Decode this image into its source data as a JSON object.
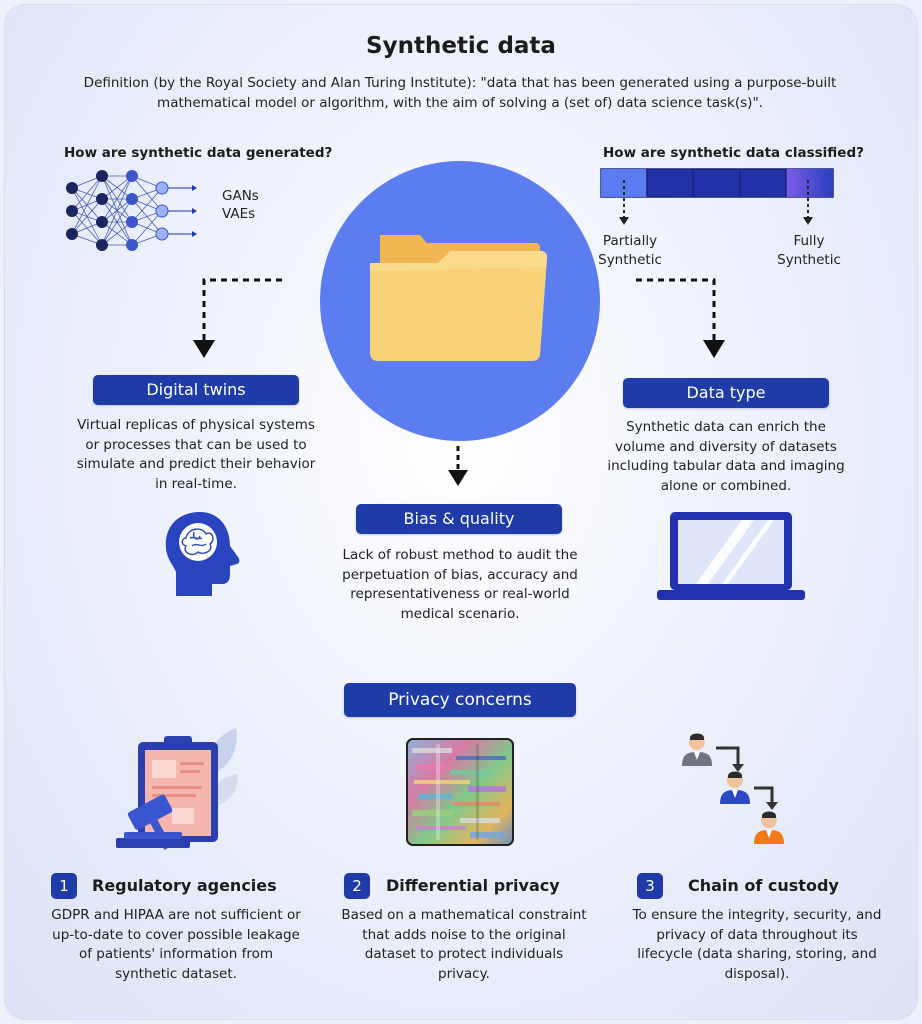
{
  "title": "Synthetic data",
  "definition": "Definition (by the Royal Society and Alan Turing Institute): \"data that has been generated using a purpose-built mathematical model or algorithm, with the aim of solving a (set of) data science task(s)\".",
  "generated": {
    "question": "How are synthetic data generated?",
    "methods": [
      "GANs",
      "VAEs"
    ]
  },
  "classified": {
    "question": "How are synthetic data classified?",
    "partial_line1": "Partially",
    "partial_line2": "Synthetic",
    "fully_line1": "Fully",
    "fully_line2": "Synthetic"
  },
  "digital_twins": {
    "label": "Digital twins",
    "description": "Virtual replicas of physical systems or processes that can be used to simulate and predict their behavior in real-time."
  },
  "data_type": {
    "label": "Data type",
    "description": "Synthetic data can enrich the volume and diversity of datasets including tabular data and imaging alone or combined."
  },
  "bias_quality": {
    "label": "Bias & quality",
    "description": "Lack of robust method to audit the perpetuation of bias, accuracy and representativeness or real-world medical scenario."
  },
  "privacy": {
    "label": "Privacy concerns",
    "items": [
      {
        "number": "1",
        "title": "Regulatory agencies",
        "description": "GDPR and HIPAA are not sufficient or up-to-date to cover possible leakage of patients' information from synthetic dataset."
      },
      {
        "number": "2",
        "title": "Differential privacy",
        "description": "Based on a mathematical constraint that adds noise to the original dataset to protect individuals privacy."
      },
      {
        "number": "3",
        "title": "Chain of custody",
        "description": "To ensure the integrity, security, and privacy of data throughout its lifecycle (data sharing, storing, and disposal)."
      }
    ]
  },
  "icons": {
    "neural_network": "neural-network-icon",
    "folder": "folder-icon",
    "head": "brain-head-icon",
    "laptop": "laptop-icon",
    "clipboard_gavel": "clipboard-gavel-icon",
    "noise_image": "noise-image-icon",
    "custody": "people-chain-icon"
  },
  "colors": {
    "accent": "#1f3ba8",
    "circle": "#5c7df0",
    "folder": "#f6c96a",
    "custody_orange": "#f07a1a"
  }
}
